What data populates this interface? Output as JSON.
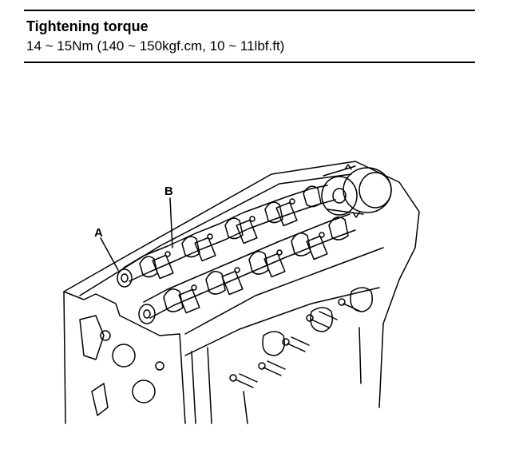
{
  "spec": {
    "title": "Tightening torque",
    "value": "14 ~ 15Nm (140 ~ 150kgf.cm, 10 ~ 11lbf.ft)"
  },
  "figure": {
    "callouts": {
      "a": "A",
      "b": "B"
    },
    "colors": {
      "line": "#000000",
      "background": "#ffffff"
    }
  }
}
